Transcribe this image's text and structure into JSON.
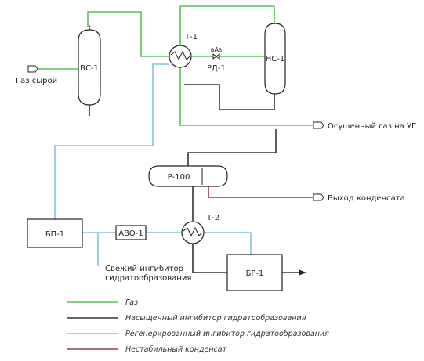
{
  "colors": {
    "gas": "#5cbf5c",
    "saturated": "#333333",
    "regenerated": "#7ec3db",
    "condensate": "#8a3a6a"
  },
  "equipment": {
    "vs1": "ВС-1",
    "t1": "Т-1",
    "ns1": "НС-1",
    "rd1": "РД-1",
    "p100": "Р-100",
    "t2": "Т-2",
    "bp1": "БП-1",
    "avo1": "АВО-1",
    "br1": "БР-1"
  },
  "streams": {
    "raw_gas": "Газ сырой",
    "dried_gas": "Осушенный газ на УГ",
    "condensate_out": "Выход конденсата",
    "fresh_inhibitor_line1": "Свежий ингибитор",
    "fresh_inhibitor_line2": "гидратообразования"
  },
  "legend": [
    {
      "key": "gas",
      "label": "Газ"
    },
    {
      "key": "saturated",
      "label": "Насыщенный ингибитор гидратообразования"
    },
    {
      "key": "regenerated",
      "label": "Регенерированный ингибитор гидратообразования"
    },
    {
      "key": "condensate",
      "label": "Нестабильный конденсат"
    }
  ]
}
